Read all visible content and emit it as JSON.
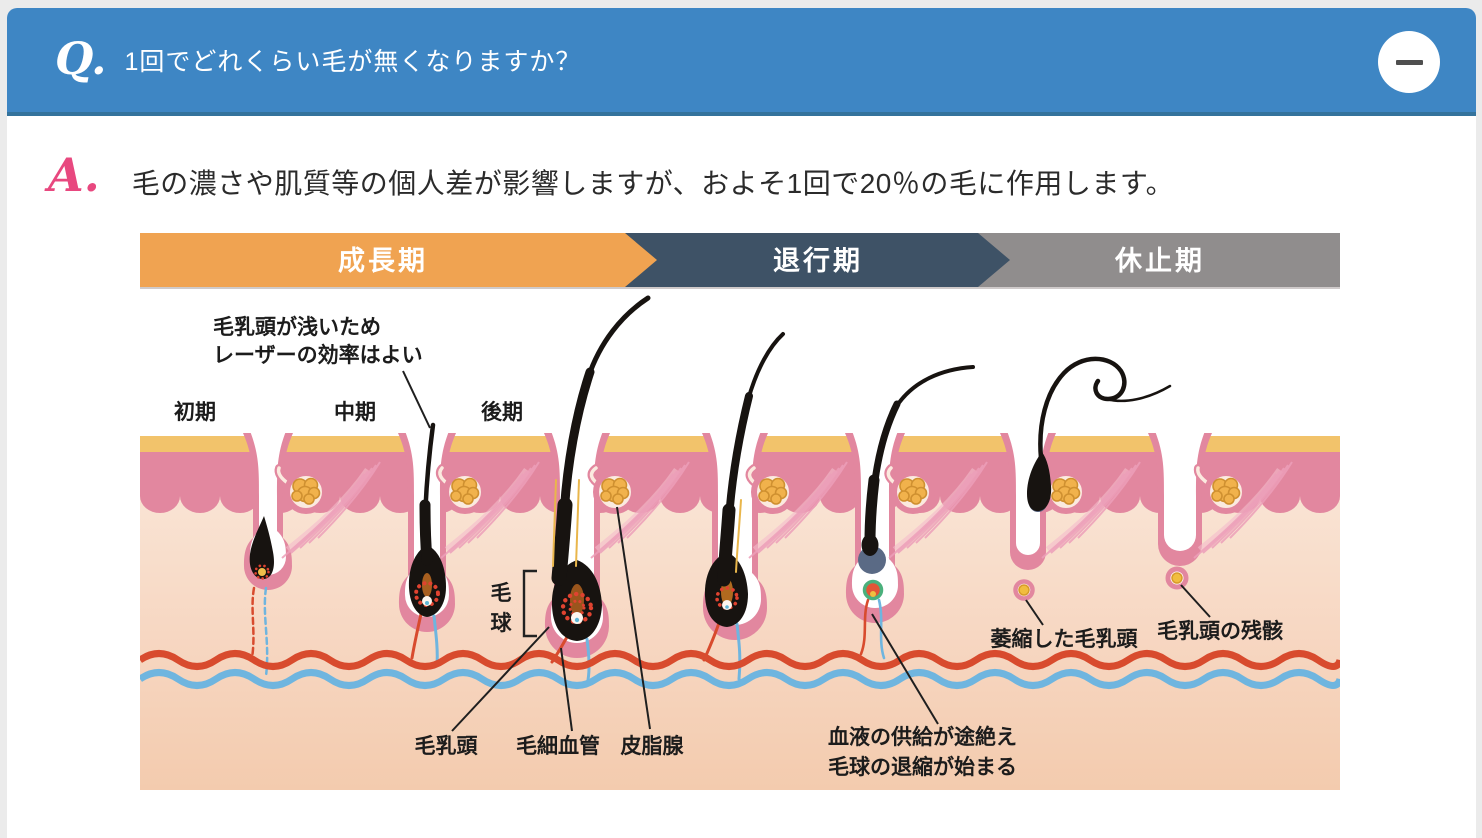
{
  "question": {
    "prefix": "Q.",
    "text": "1回でどれくらい毛が無くなりますか？"
  },
  "answer": {
    "prefix": "A.",
    "text": "毛の濃さや肌質等の個人差が影響しますが、およそ1回で20％の毛に作用します。"
  },
  "diagram": {
    "phase_banner": [
      {
        "label": "成長期",
        "color": "#f0a351"
      },
      {
        "label": "退行期",
        "color": "#3e5266"
      },
      {
        "label": "休止期",
        "color": "#908d8d"
      }
    ],
    "stage_labels": [
      {
        "label": "初期"
      },
      {
        "label": "中期"
      },
      {
        "label": "後期"
      }
    ],
    "annotations": {
      "laser_note_line1": "毛乳頭が浅いため",
      "laser_note_line2": "レーザーの効率はよい",
      "bulb_bracket_char1": "毛",
      "bulb_bracket_char2": "球",
      "papilla": "毛乳頭",
      "capillary": "毛細血管",
      "sebaceous_gland": "皮脂腺",
      "catagen_note_line1": "血液の供給が途絶え",
      "catagen_note_line2": "毛球の退縮が始まる",
      "shrunken_papilla": "萎縮した毛乳頭",
      "papilla_remnant": "毛乳頭の残骸"
    },
    "colors": {
      "header_blue": "#3e86c4",
      "answer_pink": "#e8487f",
      "epidermis_pink": "#e2879f",
      "skin_surface_tan": "#f2c36b",
      "dermis_peach": "#f8e0cf",
      "vessel_red": "#d84b2e",
      "vessel_blue": "#6fb5df",
      "hair_black": "#171310"
    }
  }
}
